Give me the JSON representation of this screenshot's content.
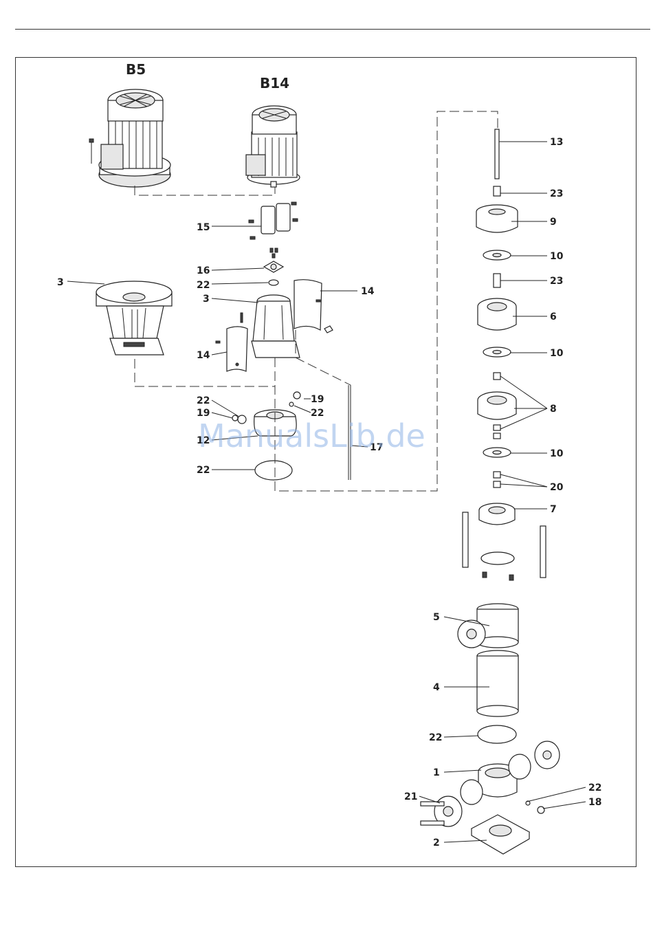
{
  "drawing": {
    "variants": {
      "b5": "B5",
      "b14": "B14"
    },
    "watermark": "ManualsLib.de",
    "callouts": [
      {
        "id": "c-3-b5",
        "label": "3"
      },
      {
        "id": "c-15",
        "label": "15"
      },
      {
        "id": "c-16",
        "label": "16"
      },
      {
        "id": "c-22-a",
        "label": "22"
      },
      {
        "id": "c-3-b14",
        "label": "3"
      },
      {
        "id": "c-14-a",
        "label": "14"
      },
      {
        "id": "c-14-b",
        "label": "14"
      },
      {
        "id": "c-22-b",
        "label": "22"
      },
      {
        "id": "c-19-a",
        "label": "19"
      },
      {
        "id": "c-19-b",
        "label": "19"
      },
      {
        "id": "c-22-c",
        "label": "22"
      },
      {
        "id": "c-12",
        "label": "12"
      },
      {
        "id": "c-17",
        "label": "17"
      },
      {
        "id": "c-22-d",
        "label": "22"
      },
      {
        "id": "c-13",
        "label": "13"
      },
      {
        "id": "c-23-a",
        "label": "23"
      },
      {
        "id": "c-9",
        "label": "9"
      },
      {
        "id": "c-10-a",
        "label": "10"
      },
      {
        "id": "c-23-b",
        "label": "23"
      },
      {
        "id": "c-6",
        "label": "6"
      },
      {
        "id": "c-10-b",
        "label": "10"
      },
      {
        "id": "c-8",
        "label": "8"
      },
      {
        "id": "c-10-c",
        "label": "10"
      },
      {
        "id": "c-20",
        "label": "20"
      },
      {
        "id": "c-7",
        "label": "7"
      },
      {
        "id": "c-5",
        "label": "5"
      },
      {
        "id": "c-4",
        "label": "4"
      },
      {
        "id": "c-22-e",
        "label": "22"
      },
      {
        "id": "c-1",
        "label": "1"
      },
      {
        "id": "c-22-f",
        "label": "22"
      },
      {
        "id": "c-18",
        "label": "18"
      },
      {
        "id": "c-21",
        "label": "21"
      },
      {
        "id": "c-2",
        "label": "2"
      }
    ]
  }
}
